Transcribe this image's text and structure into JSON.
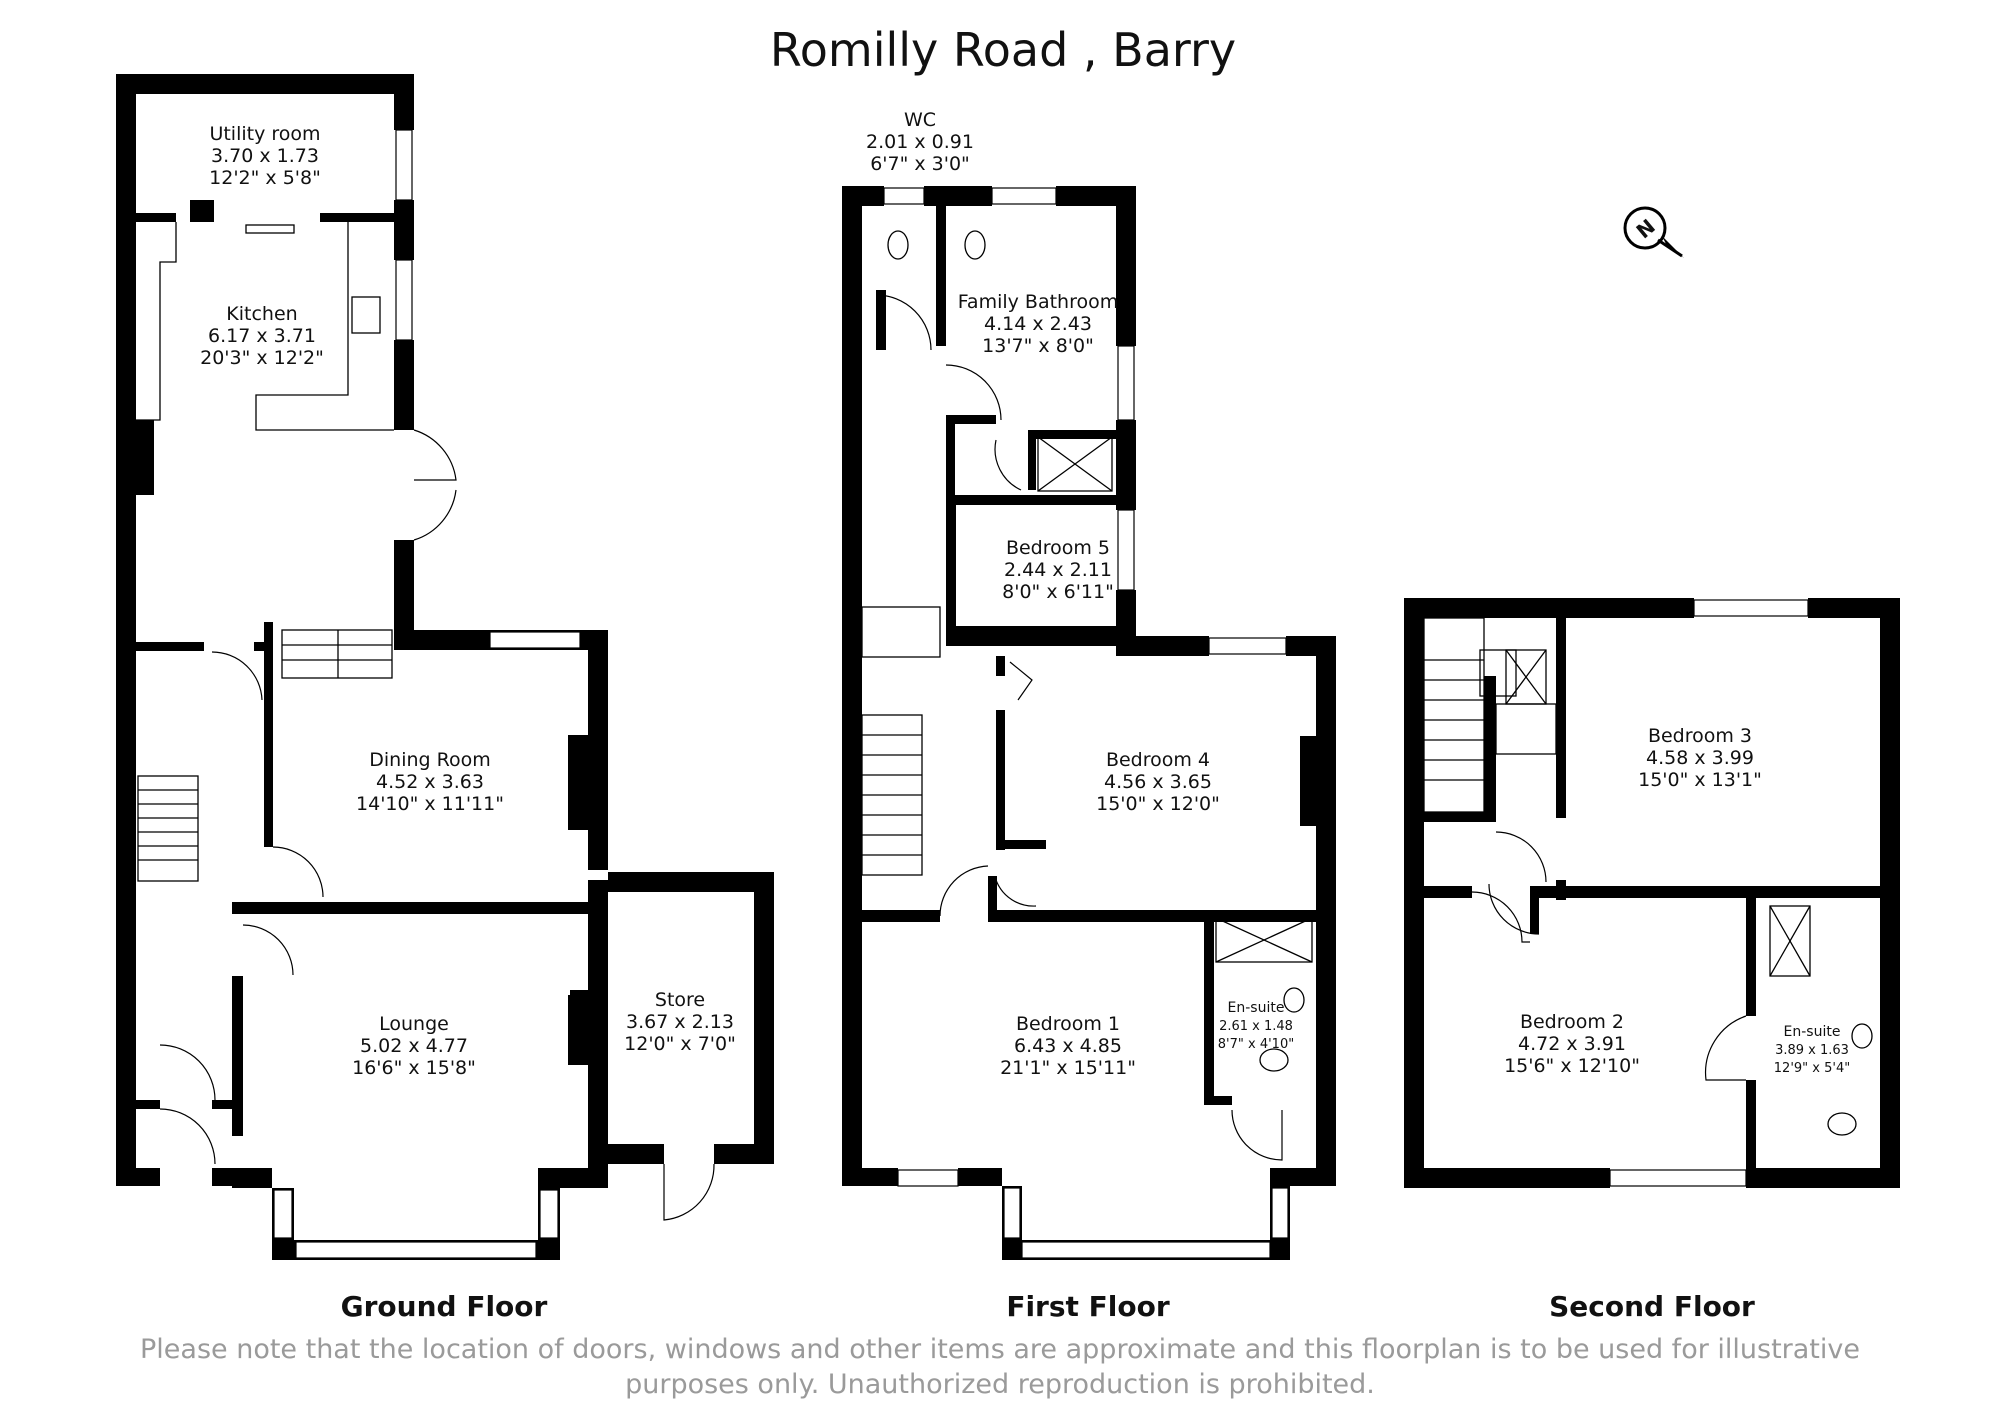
{
  "title": "Romilly Road , Barry",
  "floors": {
    "ground": {
      "label": "Ground Floor",
      "rooms": [
        {
          "name": "Utility room",
          "metric": "3.70 x 1.73",
          "imperial": "12'2\" x 5'8\""
        },
        {
          "name": "Kitchen",
          "metric": "6.17 x 3.71",
          "imperial": "20'3\" x 12'2\""
        },
        {
          "name": "Dining Room",
          "metric": "4.52 x 3.63",
          "imperial": "14'10\" x 11'11\""
        },
        {
          "name": "Lounge",
          "metric": "5.02 x 4.77",
          "imperial": "16'6\" x 15'8\""
        },
        {
          "name": "Store",
          "metric": "3.67 x 2.13",
          "imperial": "12'0\" x 7'0\""
        }
      ]
    },
    "first": {
      "label": "First Floor",
      "rooms": [
        {
          "name": "WC",
          "metric": "2.01 x 0.91",
          "imperial": "6'7\" x 3'0\""
        },
        {
          "name": "Family Bathroom",
          "metric": "4.14 x 2.43",
          "imperial": "13'7\" x 8'0\""
        },
        {
          "name": "Bedroom 5",
          "metric": "2.44 x 2.11",
          "imperial": "8'0\" x 6'11\""
        },
        {
          "name": "Bedroom 4",
          "metric": "4.56 x 3.65",
          "imperial": "15'0\" x 12'0\""
        },
        {
          "name": "Bedroom 1",
          "metric": "6.43 x 4.85",
          "imperial": "21'1\" x 15'11\""
        },
        {
          "name": "En-suite",
          "metric": "2.61 x 1.48",
          "imperial": "8'7\" x 4'10\""
        }
      ]
    },
    "second": {
      "label": "Second Floor",
      "rooms": [
        {
          "name": "Bedroom 3",
          "metric": "4.58 x 3.99",
          "imperial": "15'0\" x 13'1\""
        },
        {
          "name": "Bedroom 2",
          "metric": "4.72 x 3.91",
          "imperial": "15'6\" x 12'10\""
        },
        {
          "name": "En-suite",
          "metric": "3.89 x 1.63",
          "imperial": "12'9\" x 5'4\""
        }
      ]
    }
  },
  "compass": {
    "letter": "N",
    "icon": "north-compass-icon"
  },
  "disclaimer": {
    "line1": "Please note that the location of doors, windows and other items are approximate and this floorplan is to be used for illustrative",
    "line2": "purposes only. Unauthorized reproduction is prohibited."
  }
}
